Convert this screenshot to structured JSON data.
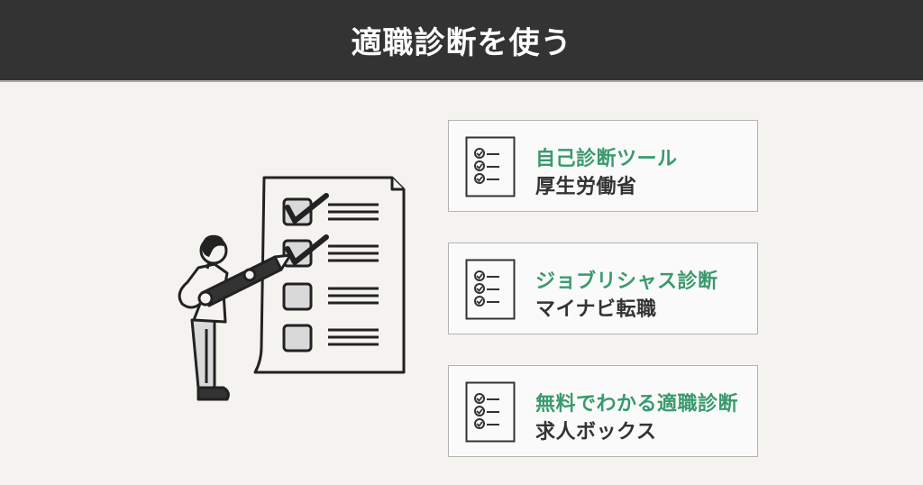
{
  "header": {
    "title": "適職診断を使う",
    "background": "#333333"
  },
  "illustration": {
    "description": "person-holding-pencil-checking-checklist",
    "checklist_items": [
      {
        "checked": true
      },
      {
        "checked": true
      },
      {
        "checked": false
      },
      {
        "checked": false
      }
    ]
  },
  "cards": [
    {
      "icon": "checklist-icon",
      "title": "自己診断ツール",
      "provider": "厚生労働省"
    },
    {
      "icon": "checklist-icon",
      "title": "ジョブリシャス診断",
      "provider": "マイナビ転職"
    },
    {
      "icon": "checklist-icon",
      "title": "無料でわかる適職診断",
      "provider": "求人ボックス"
    }
  ],
  "colors": {
    "accent_green": "#3a9a6e",
    "text_dark": "#333333",
    "page_bg": "#f4f3ef",
    "card_bg": "#fafafa",
    "card_border": "#b3b3b1"
  }
}
